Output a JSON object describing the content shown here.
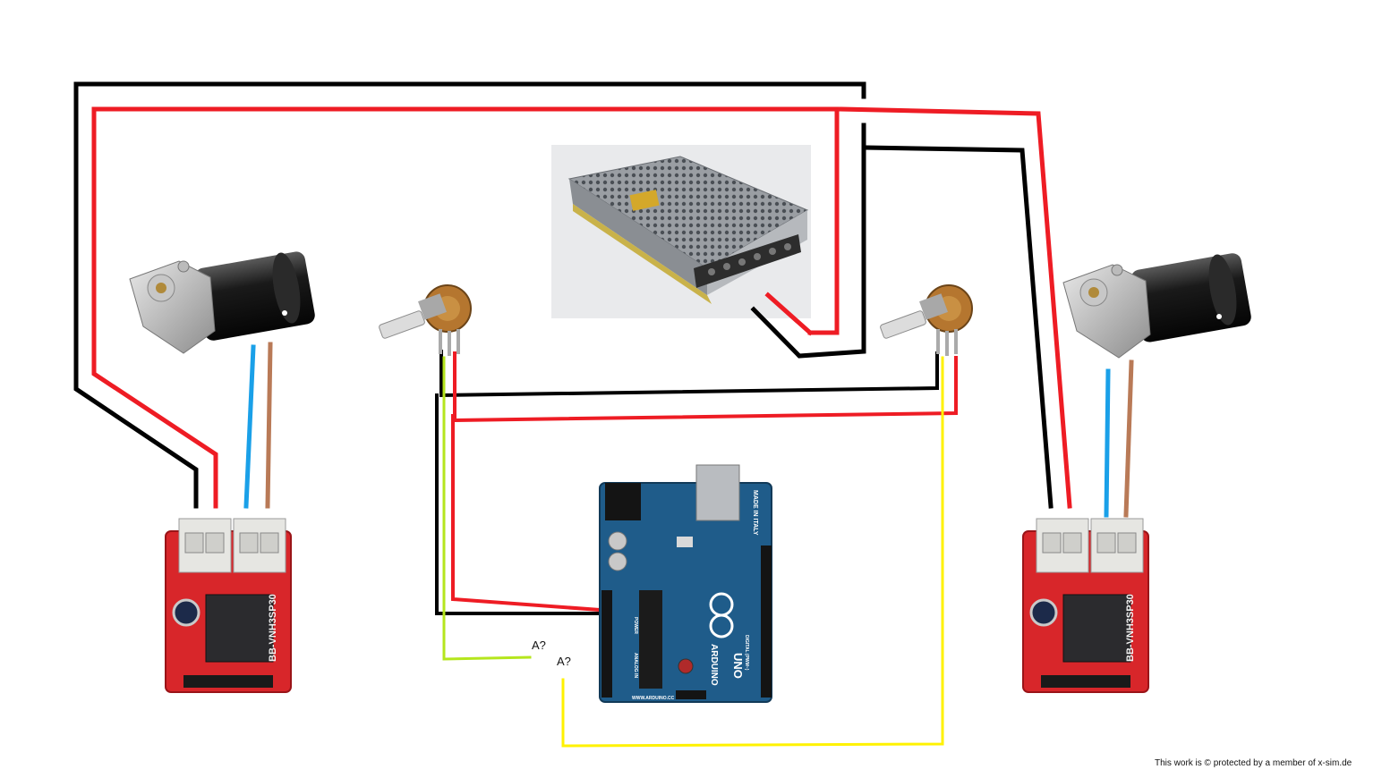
{
  "diagram": {
    "labels": {
      "analog_pin_a": "A?",
      "analog_pin_b": "A?"
    },
    "board": {
      "brand": "ARDUINO",
      "model": "UNO",
      "origin": "MADE IN ITALY",
      "url": "WWW.ARDUINO.CC",
      "power_header": "POWER",
      "analog_header": "ANALOG IN",
      "digital_header": "DIGITAL (PWM~)"
    },
    "driver": {
      "model": "BB-VNH3SP30"
    },
    "footer": "This work is © protected by a member of x-sim.de",
    "colors": {
      "wire_black": "#000000",
      "wire_red": "#ee1c24",
      "wire_blue": "#1aa0e8",
      "wire_brown": "#b97a57",
      "wire_yellow": "#fff200",
      "wire_yellowgreen": "#b5e61d",
      "board_blue": "#1f5c8a",
      "driver_red": "#d8262a"
    }
  }
}
